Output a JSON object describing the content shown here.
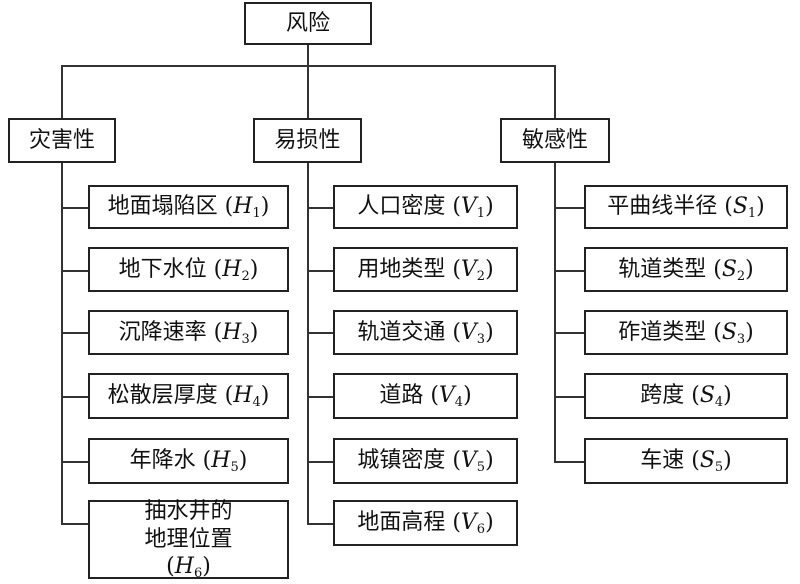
{
  "root": {
    "label": "风险"
  },
  "categories": [
    {
      "id": "hazard",
      "label": "灾害性",
      "items": [
        {
          "label": "地面塌陷区",
          "var": "H",
          "sub": "1"
        },
        {
          "label": "地下水位",
          "var": "H",
          "sub": "2"
        },
        {
          "label": "沉降速率",
          "var": "H",
          "sub": "3"
        },
        {
          "label": "松散层厚度",
          "var": "H",
          "sub": "4"
        },
        {
          "label": "年降水",
          "var": "H",
          "sub": "5"
        },
        {
          "label_line1": "抽水井的",
          "label_line2": "地理位置",
          "var": "H",
          "sub": "6"
        }
      ]
    },
    {
      "id": "vulnerability",
      "label": "易损性",
      "items": [
        {
          "label": "人口密度",
          "var": "V",
          "sub": "1"
        },
        {
          "label": "用地类型",
          "var": "V",
          "sub": "2"
        },
        {
          "label": "轨道交通",
          "var": "V",
          "sub": "3"
        },
        {
          "label": "道路",
          "var": "V",
          "sub": "4"
        },
        {
          "label": "城镇密度",
          "var": "V",
          "sub": "5"
        },
        {
          "label": "地面高程",
          "var": "V",
          "sub": "6"
        }
      ]
    },
    {
      "id": "sensitivity",
      "label": "敏感性",
      "items": [
        {
          "label": "平曲线半径",
          "var": "S",
          "sub": "1"
        },
        {
          "label": "轨道类型",
          "var": "S",
          "sub": "2"
        },
        {
          "label": "砟道类型",
          "var": "S",
          "sub": "3"
        },
        {
          "label": "跨度",
          "var": "S",
          "sub": "4"
        },
        {
          "label": "车速",
          "var": "S",
          "sub": "5"
        }
      ]
    }
  ]
}
